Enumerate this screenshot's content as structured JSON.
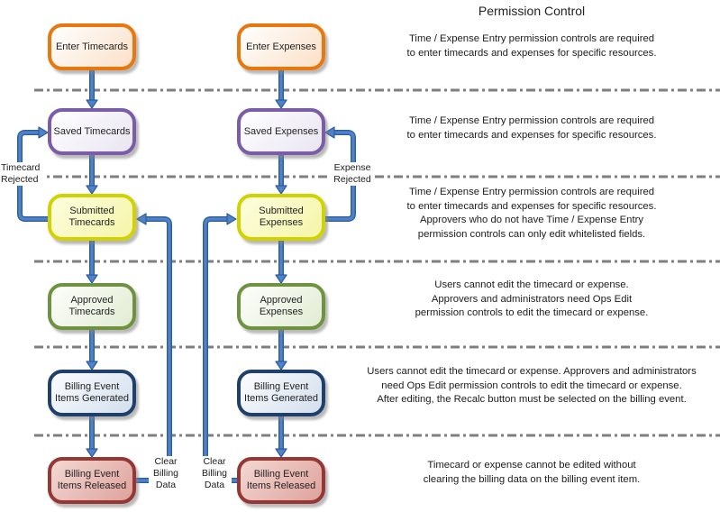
{
  "title": "Permission Control",
  "flow": {
    "timecards": [
      {
        "label": "Enter Timecards"
      },
      {
        "label": "Saved Timecards"
      },
      {
        "label": "Submitted\nTimecards"
      },
      {
        "label": "Approved\nTimecards"
      },
      {
        "label": "Billing Event\nItems Generated"
      },
      {
        "label": "Billing Event\nItems Released"
      }
    ],
    "expenses": [
      {
        "label": "Enter Expenses"
      },
      {
        "label": "Saved Expenses"
      },
      {
        "label": "Submitted\nExpenses"
      },
      {
        "label": "Approved\nExpenses"
      },
      {
        "label": "Billing Event\nItems Generated"
      },
      {
        "label": "Billing Event\nItems Released"
      }
    ]
  },
  "edge_labels": {
    "timecard_rejected": "Timecard\nRejected",
    "expense_rejected": "Expense\nRejected",
    "clear_billing_timecards": "Clear\nBilling\nData",
    "clear_billing_expenses": "Clear\nBilling\nData"
  },
  "notes": [
    {
      "text": "Time / Expense Entry permission controls are required\nto enter timecards and expenses for specific resources."
    },
    {
      "text": "Time / Expense Entry permission controls are required\nto enter timecards and expenses for specific resources."
    },
    {
      "text": "Time / Expense Entry permission controls are required\nto enter timecards and expenses for specific resources.\nApprovers who do not have Time / Expense Entry\npermission controls can only edit whitelisted fields."
    },
    {
      "text": "Users cannot edit the timecard or expense.\nApprovers and administrators need Ops Edit\npermission controls to edit the timecard or expense."
    },
    {
      "text": "Users cannot edit the timecard or expense. Approvers and administrators\nneed Ops Edit permission controls to edit the timecard or expense.\nAfter editing, the Recalc button must be selected on the billing event."
    },
    {
      "text": "Timecard or expense cannot be edited without\nclearing the billing data on the billing event item."
    }
  ],
  "stage_colors": {
    "enter": {
      "border": "#E8770D",
      "fill": "#FBE0C8"
    },
    "saved": {
      "border": "#7A5CA8",
      "fill": "#E9E5F2"
    },
    "submitted": {
      "border": "#D2D200",
      "fill": "#F5F5A8"
    },
    "approved": {
      "border": "#6F9240",
      "fill": "#E1ECD3"
    },
    "billing_generated": {
      "border": "#20406C",
      "fill": "#D3DFEE"
    },
    "billing_released": {
      "border": "#953734",
      "fill": "#DFA29C"
    }
  },
  "connector_color": "#4E83C9",
  "divider_color": "#7F7F7F"
}
